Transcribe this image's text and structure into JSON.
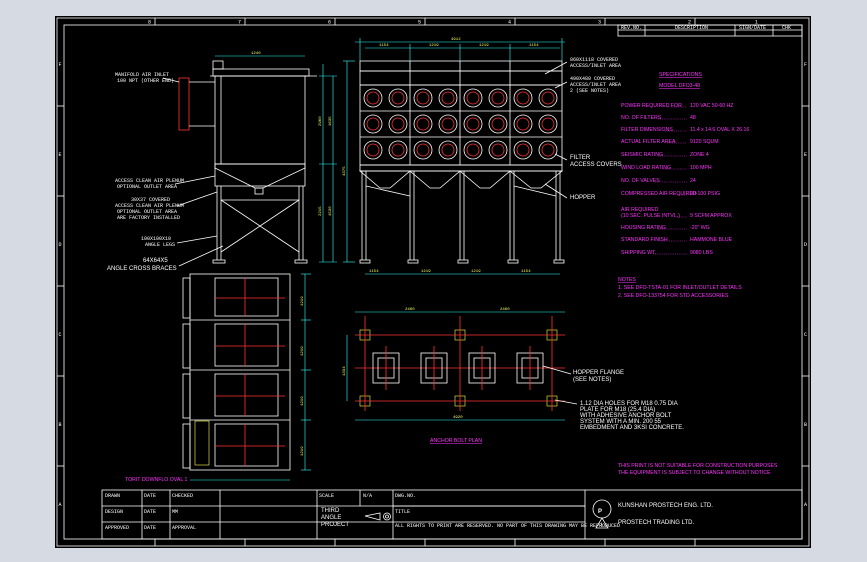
{
  "frame": {
    "top_numbers": [
      "8",
      "7",
      "6",
      "5",
      "4",
      "3",
      "2",
      "1"
    ],
    "side_letters": [
      "F",
      "E",
      "D",
      "C",
      "B",
      "A"
    ]
  },
  "revision_table": {
    "headers": [
      "REV.NO.",
      "DESCRIPTION",
      "SIGN/DATE",
      "CHK"
    ]
  },
  "specifications": {
    "title": "SPECIFICATIONS",
    "model": "MODEL DFO3-48",
    "rows": [
      {
        "label": "POWER REQUIRED FOR",
        "value": "120 VAC 50-60 HZ"
      },
      {
        "label": "NO. OF FILTERS",
        "value": "48"
      },
      {
        "label": "FILTER DIMENSIONS",
        "value": "11.4 x 14.6 OVAL X 26.16"
      },
      {
        "label": "ACTUAL FILTER AREA",
        "value": "9120 SQUM"
      },
      {
        "label": "SEISMIC RATING",
        "value": "ZONE 4"
      },
      {
        "label": "WIND LOAD RATING",
        "value": "100 MPH"
      },
      {
        "label": "NO. OF VALVES",
        "value": "24"
      },
      {
        "label": "COMPRESSED AIR REQUIRED",
        "value": "90-100 PSIG"
      },
      {
        "label": "AIR REQUIRED",
        "value": ""
      },
      {
        "label": "(10 SEC. PULSE INTVL.)",
        "value": "9 SCFM APPROX"
      },
      {
        "label": "HOUSING RATING",
        "value": "-20\" WG"
      },
      {
        "label": "STANDARD FINISH",
        "value": "HAMMONE BLUE"
      },
      {
        "label": "SHIPPING WT.",
        "value": "9080 LBS"
      }
    ]
  },
  "notes": {
    "title": "NOTES",
    "items": [
      "1. SEE DFO-TSTA-01 FOR INLET/OUTLET DETAILS",
      "2. SEE DFO-133754 FOR STD ACCESSORIES"
    ]
  },
  "callouts": {
    "manifold": [
      "MANIFOLD AIR INLET",
      "100 NPT (OTHER END)"
    ],
    "clean_air": [
      "ACCESS CLEAN AIR PLENUM",
      "OPTIONAL OUTLET AREA"
    ],
    "covered": [
      "30X37 COVERED",
      "ACCESS CLEAN AIR PLENUM",
      "OPTIONAL OUTLET AREA",
      "ARE FACTORY INSTALLED"
    ],
    "angle_legs": [
      "100X100X10",
      "ANGLE LEGS"
    ],
    "cross_brace": [
      "64X64X5",
      "ANGLE CROSS BRACES"
    ],
    "access_covered": [
      "860X1118 COVERED",
      "ACCESS/INLET AREA"
    ],
    "std_covered": [
      "490X480 COVERED",
      "ACCESS/INLET AREA",
      "2 (SEE NOTES)"
    ],
    "filter_access": [
      "FILTER",
      "ACCESS COVERS"
    ],
    "hopper": "HOPPER",
    "hopper_flange": [
      "HOPPER FLANGE",
      "(SEE NOTES)"
    ],
    "anchor": [
      "1.12 DIA HOLES FOR M18 0.75 DIA",
      "PLATE FOR M18 (25.4 DIA)",
      "WITH ADHESIVE ANCHOR BOLT",
      "SYSTEM WITH A MIN. 200 55",
      "EMBEDMENT AND 3KSI CONCRETE."
    ]
  },
  "view_titles": {
    "anchor_plan": "ANCHOR BOLT PLAN",
    "model_name": "TORIT DOWNFLO OVAL 1"
  },
  "small_notes": [
    "THIS PRINT IS NOT SUITABLE FOR CONSTRUCTION PURPOSES",
    "THE EQUIPMENT IS SUBJECT TO CHANGE WITHOUT NOTICE"
  ],
  "title_block": {
    "row1": [
      "DRAWN",
      "DATE",
      "CHECKED",
      "SCALE",
      "N/A",
      "DWG.NO."
    ],
    "row2": [
      "DESIGN",
      "DATE",
      "MM",
      "TITLE"
    ],
    "row3": [
      "APPROVED",
      "DATE",
      "APPROVAL",
      "PROJECT"
    ],
    "angle": [
      "THIRD",
      "ANGLE",
      "PROJECT"
    ],
    "copyright": "ALL RIGHTS TO PRINT ARE RESERVED. NO PART OF THIS DRAWING MAY BE REPRODUCED",
    "company1": "KUNSHAN PROSTECH ENG. LTD.",
    "company2": "PROSTECH TRADING LTD."
  },
  "colors": {
    "frame": "#ffffff",
    "dimension": "#33ffff",
    "filter": "#ff3333",
    "spec_text": "#ff33ff"
  }
}
